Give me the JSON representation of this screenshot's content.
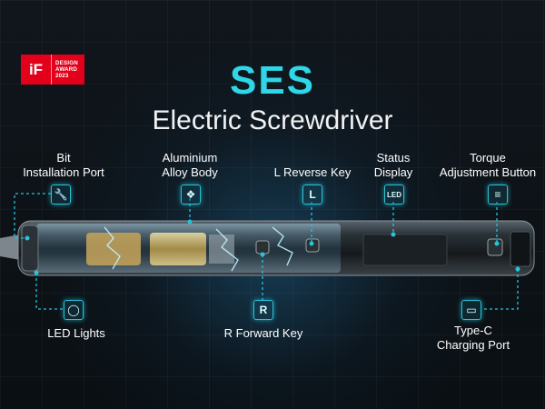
{
  "award": {
    "logo": "iF",
    "line1": "DESIGN",
    "line2": "AWARD",
    "line3": "2023"
  },
  "title": "SES",
  "subtitle": "Electric Screwdriver",
  "callouts": {
    "bit_port": {
      "line1": "Bit",
      "line2": "Installation Port",
      "icon": "wrench-icon"
    },
    "body": {
      "line1": "Aluminium",
      "line2": "Alloy Body",
      "icon": "metal-icon"
    },
    "reverse": {
      "label": "L Reverse Key",
      "glyph": "L"
    },
    "status": {
      "line1": "Status",
      "line2": "Display",
      "glyph": "LED"
    },
    "torque": {
      "line1": "Torque",
      "line2": "Adjustment Button",
      "icon": "slider-icon"
    },
    "led": {
      "label": "LED Lights",
      "icon": "bulb-icon"
    },
    "forward": {
      "label": "R Forward Key",
      "glyph": "R"
    },
    "charging": {
      "line1": "Type-C",
      "line2": "Charging Port",
      "icon": "usb-c-icon"
    }
  },
  "colors": {
    "accent": "#27c3d8",
    "title": "#2fd6e8",
    "award_red": "#e2001a",
    "background": "#0b1116"
  }
}
